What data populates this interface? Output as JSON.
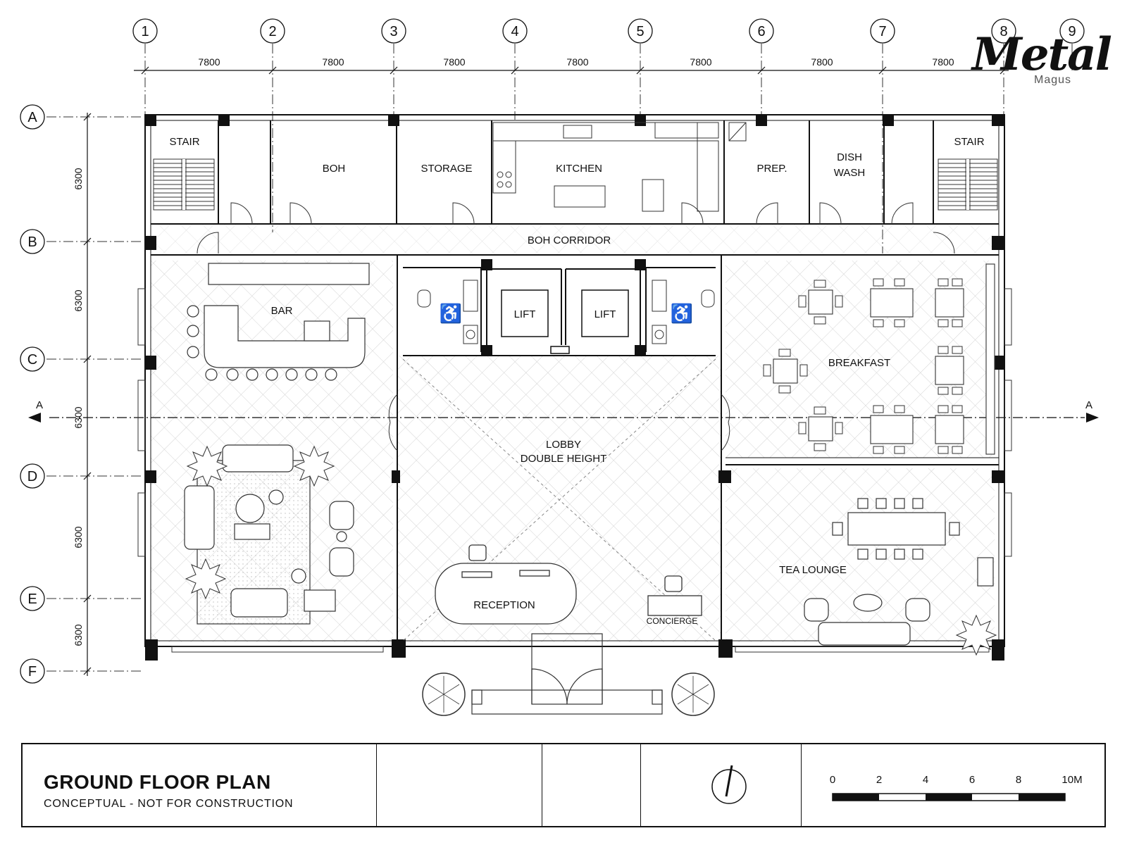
{
  "grid": {
    "columns": [
      "1",
      "2",
      "3",
      "4",
      "5",
      "6",
      "7",
      "8",
      "9"
    ],
    "rows": [
      "A",
      "B",
      "C",
      "D",
      "E",
      "F"
    ],
    "column_spacings": [
      "7800",
      "7800",
      "7800",
      "7800",
      "7800",
      "7800",
      "7800"
    ],
    "row_spacings": [
      "6300",
      "6300",
      "6300",
      "6300",
      "6300"
    ]
  },
  "rooms": {
    "stair_left": "STAIR",
    "boh": "BOH",
    "storage": "STORAGE",
    "kitchen": "KITCHEN",
    "prep": "PREP.",
    "dish_wash_1": "DISH",
    "dish_wash_2": "WASH",
    "stair_right": "STAIR",
    "boh_corridor": "BOH CORRIDOR",
    "bar": "BAR",
    "lift_1": "LIFT",
    "lift_2": "LIFT",
    "breakfast": "BREAKFAST",
    "lobby_1": "LOBBY",
    "lobby_2": "DOUBLE HEIGHT",
    "reception": "RECEPTION",
    "concierge": "CONCIERGE",
    "tea_lounge": "TEA LOUNGE"
  },
  "section_marker": {
    "left": "A",
    "right": "A"
  },
  "logo": {
    "main": "Metal",
    "sub": "Magus"
  },
  "title_block": {
    "title": "GROUND FLOOR PLAN",
    "subtitle": "CONCEPTUAL - NOT FOR CONSTRUCTION",
    "scale_labels": [
      "0",
      "2",
      "4",
      "6",
      "8",
      "10M"
    ]
  },
  "icons": {
    "accessible": "wheelchair-icon",
    "north": "north-arrow-icon",
    "plant": "plant-icon",
    "tree": "tree-icon"
  }
}
